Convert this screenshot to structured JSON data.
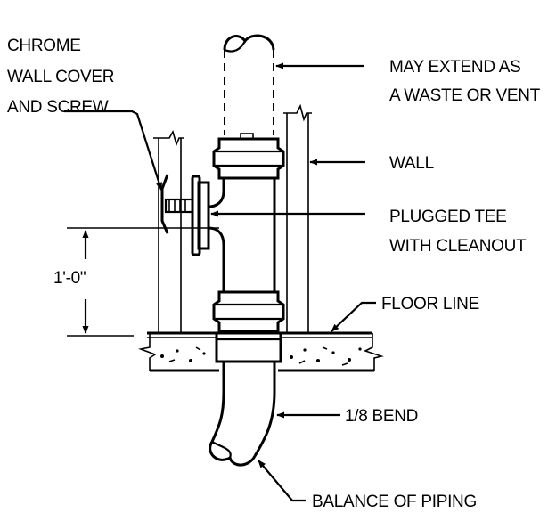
{
  "labels": {
    "chrome_cover_1": "CHROME",
    "chrome_cover_2": "WALL COVER",
    "chrome_cover_3": "AND SCREW",
    "extend_1": "MAY EXTEND AS",
    "extend_2": "A WASTE OR VENT",
    "wall": "WALL",
    "tee_1": "PLUGGED TEE",
    "tee_2": "WITH CLEANOUT",
    "dimension": "1'-0\"",
    "floor": "FLOOR LINE",
    "bend": "1/8  BEND",
    "balance": "BALANCE OF PIPING"
  }
}
